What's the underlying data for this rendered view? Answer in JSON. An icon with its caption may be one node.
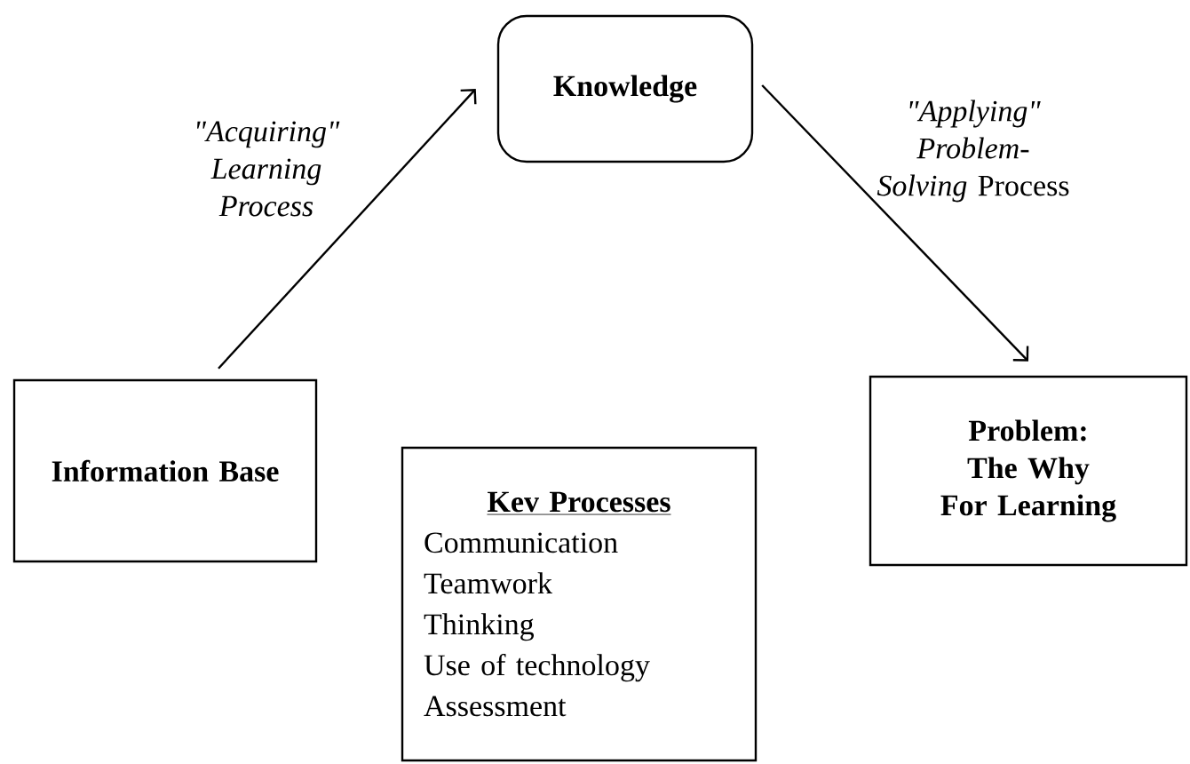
{
  "diagram": {
    "nodes": [
      {
        "text": [
          "Knowledge"
        ]
      },
      {
        "text": [
          "Information Base"
        ]
      },
      {
        "text": [
          "Problem: The Why For Learning"
        ]
      },
      {
        "text": [
          "Kev Processes",
          "Communication",
          "Teamwork",
          "Thinking",
          "Use of technology",
          "Assessment"
        ]
      }
    ],
    "edges": [
      {
        "from": 1,
        "to": 0,
        "arrow": "to",
        "label": "\"Acquiring\" Learning Process"
      },
      {
        "from": 0,
        "to": 2,
        "arrow": "to",
        "label": "*\"Applying\" Problem-Solving* Process"
      }
    ]
  }
}
